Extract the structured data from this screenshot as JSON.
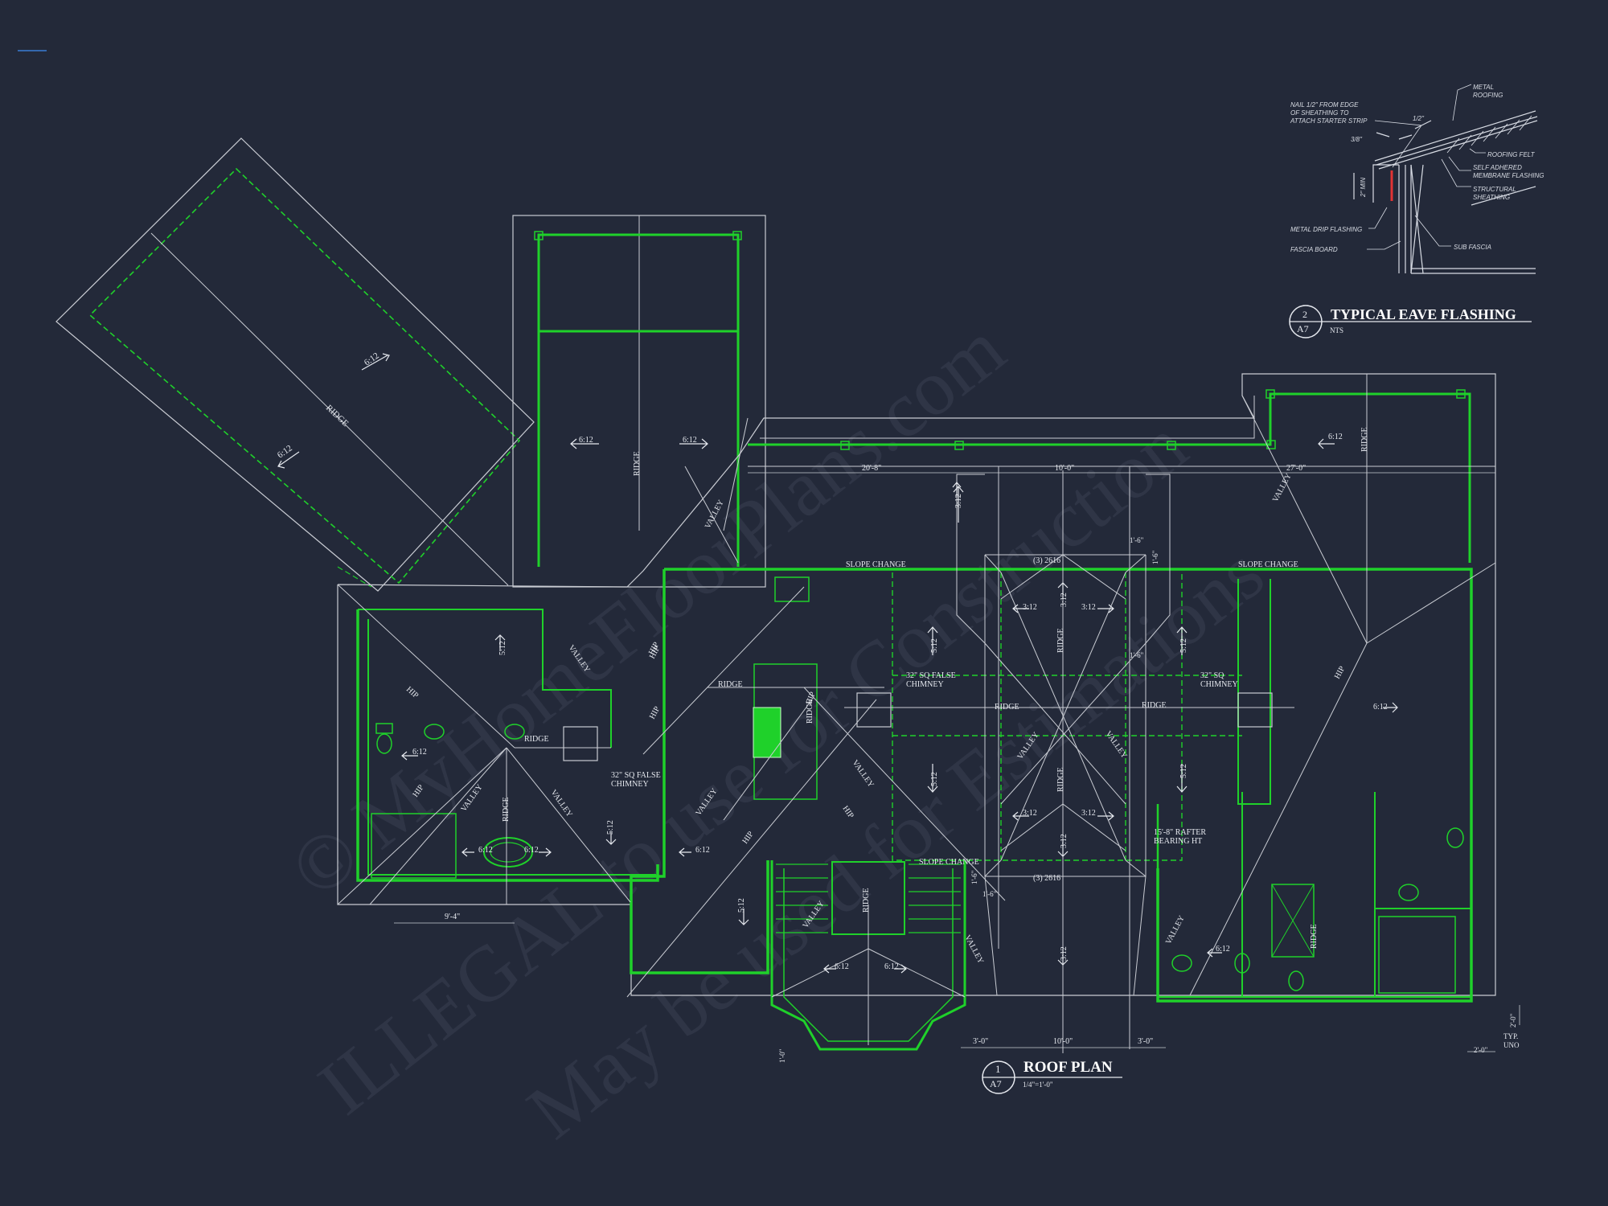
{
  "watermark": {
    "lines": [
      "© MyHomeFloorPlans.com",
      "ILLEGAL to use for Construction",
      "May be used for Estimations"
    ]
  },
  "roof_plan": {
    "bubble_num": "1",
    "bubble_sheet": "A7",
    "title": "ROOF PLAN",
    "scale": "1/4\"=1'-0\""
  },
  "eave_detail": {
    "bubble_num": "2",
    "bubble_sheet": "A7",
    "title": "TYPICAL EAVE FLASHING",
    "scale": "NTS",
    "notes": {
      "nail": [
        "NAIL 1/2\" FROM EDGE",
        "OF SHEATHING TO",
        "ATTACH STARTER STRIP"
      ],
      "metal_roofing": [
        "METAL",
        "ROOFING"
      ],
      "roofing_felt": "ROOFING FELT",
      "membrane": [
        "SELF ADHERED",
        "MEMBRANE FLASHING"
      ],
      "sheathing": [
        "STRUCTURAL",
        "SHEATHING"
      ],
      "drip": "METAL DRIP FLASHING",
      "fascia": "FASCIA BOARD",
      "sub_fascia": "SUB FASCIA",
      "dim_half": "1/2\"",
      "dim_3_8": "3/8\"",
      "dim_2min": "2\" MIN"
    }
  },
  "labels": {
    "ridge": "RIDGE",
    "hip": "HIP",
    "valley": "VALLEY",
    "slope_change": "SLOPE CHANGE",
    "p612": "6:12",
    "p312": "3:12",
    "p512": "5:12",
    "chimney_a": [
      "32\" SQ FALSE",
      "CHIMNEY"
    ],
    "chimney_b": [
      "32\" SQ",
      "CHIMNEY"
    ],
    "rafter": [
      "15'-8\" RAFTER",
      "BEARING HT"
    ],
    "hdr": "(3) 2616",
    "typ": [
      "TYP.",
      "UNO"
    ]
  },
  "dimensions": {
    "d20_8": "20'-8\"",
    "d10_0": "10'-0\"",
    "d27_0": "27'-0\"",
    "d1_6": "1'-6\"",
    "d9_4": "9'-4\"",
    "d3_0": "3'-0\"",
    "d2_0": "2'-0\"",
    "d1_0": "1'-0\""
  }
}
